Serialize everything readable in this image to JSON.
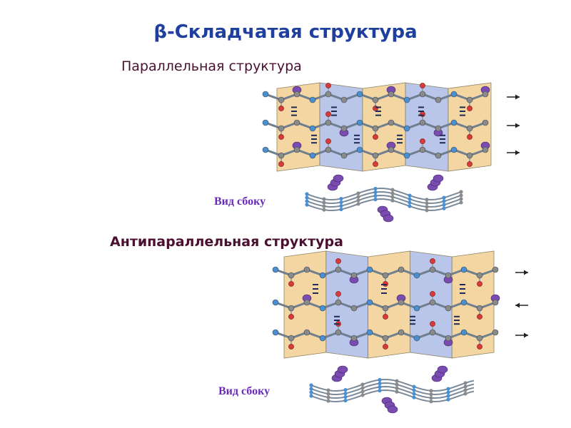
{
  "slide": {
    "title": "β-Складчатая структура",
    "parallel_heading": "Параллельная  структура",
    "parallel_side_caption": "Вид сбоку",
    "antiparallel_heading": "Антипараллельная  структура",
    "antiparallel_side_caption": "Вид сбоку"
  },
  "colors": {
    "title": "#1f3f9f",
    "heading": "#4a1030",
    "caption": "#6a2ab8",
    "panel_tan": "#f3d49c",
    "panel_blue": "#b6c2e8",
    "atom_carbon": "#8a8a8a",
    "atom_nitrogen": "#4a90d0",
    "atom_oxygen": "#d83a3a",
    "atom_sidechain": "#7a4bb0"
  },
  "diagram": {
    "parallel_strand_directions": [
      "right",
      "right",
      "right"
    ],
    "antiparallel_strand_directions": [
      "right",
      "left",
      "right"
    ]
  }
}
